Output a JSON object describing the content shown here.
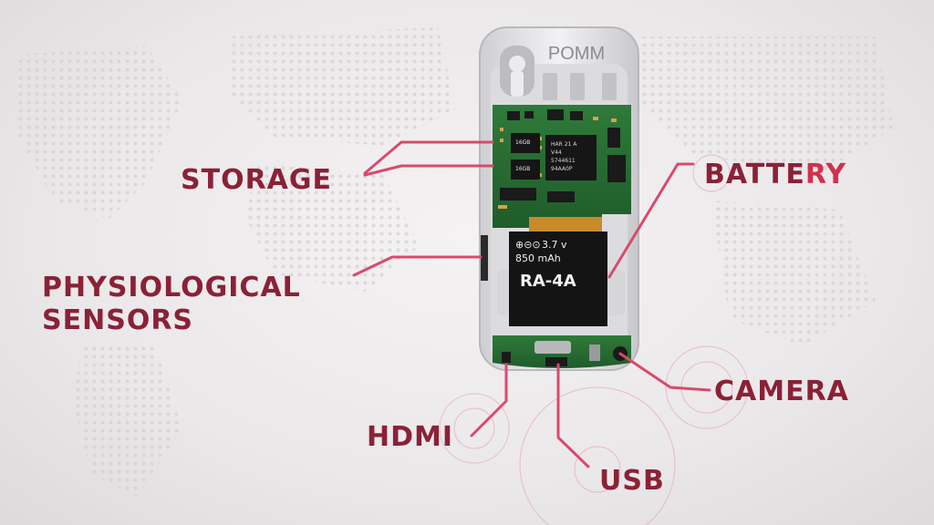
{
  "device": {
    "brand": "POMM",
    "chip_a": "16GB",
    "chip_b": "16GB",
    "soc_text": [
      "HAR 21  A",
      "V44",
      "5744611",
      "94AA0P"
    ],
    "battery": {
      "symbols": "⊕⊝⊙",
      "voltage": "3.7 v",
      "capacity": "850 mAh",
      "model": "RA-4A"
    }
  },
  "labels": {
    "storage": "STORAGE",
    "battery_main": "BATTE",
    "battery_accent": "RY",
    "sensors_line1": "PHYSIOLOGICAL",
    "sensors_line2": "SENSORS",
    "camera": "CAMERA",
    "hdmi": "HDMI",
    "usb": "USB"
  },
  "colors": {
    "label": "#8b2137",
    "accent": "#d0314f",
    "leader": "#d94a6c"
  }
}
